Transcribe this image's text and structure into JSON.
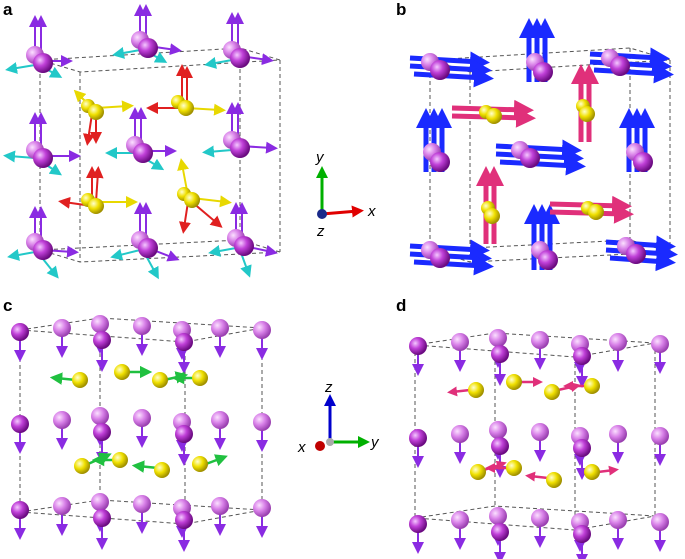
{
  "panels": [
    {
      "label": "a"
    },
    {
      "label": "b"
    },
    {
      "label": "c"
    },
    {
      "label": "d"
    }
  ],
  "axes_top": {
    "y": "y",
    "x": "x",
    "z": "z"
  },
  "axes_bottom": {
    "z": "z",
    "x": "x",
    "y": "y"
  },
  "colors": {
    "atom_magenta": "#b030c8",
    "atom_yellow": "#f0e000",
    "arrow_purple": "#8a2be2",
    "arrow_cyan": "#22c8c8",
    "arrow_red": "#e02020",
    "arrow_yellow": "#f0e000",
    "arrow_blue": "#1a2aff",
    "arrow_pink": "#e0307a",
    "arrow_green": "#20c040",
    "axis_green": "#00b000",
    "axis_red": "#e00000",
    "axis_blue": "#0000cc"
  }
}
